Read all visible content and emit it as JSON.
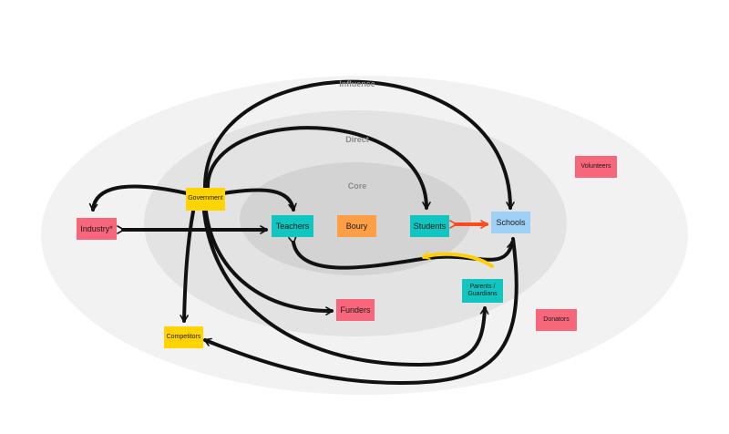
{
  "rings": {
    "influence": "Influence",
    "direct": "Direct",
    "core": "Core"
  },
  "nodes": {
    "government": "Government",
    "industry": "Industry*",
    "teachers": "Teachers",
    "boury": "Boury",
    "students": "Students",
    "schools": "Schools",
    "parents": "Parents /\nGuardians",
    "funders": "Funders",
    "competitors": "Competitors",
    "volunteers": "Volunteers",
    "donators": "Donators"
  },
  "colors": {
    "ring_outer": "#f2f2f2",
    "ring_middle": "#e3e3e3",
    "ring_inner": "#d3d3d3",
    "yellow_note": "#ffd400",
    "pink_note": "#f7667b",
    "teal_note": "#11c6c0",
    "orange_note": "#ff9f45",
    "blue_note": "#9fd1f6",
    "arrow_black": "#111111",
    "arrow_red": "#ff4a1c",
    "arrow_yellow": "#ffcf00"
  }
}
